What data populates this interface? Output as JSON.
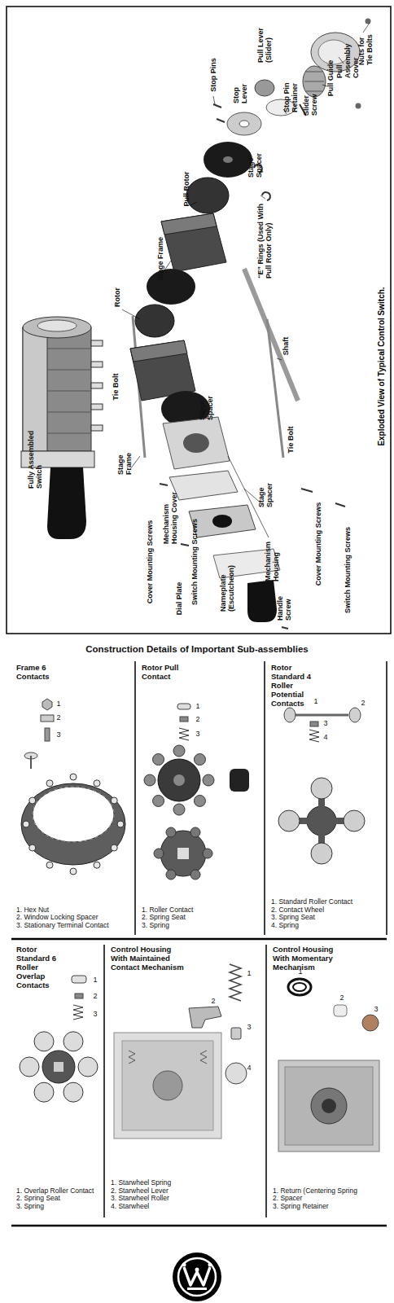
{
  "diagram": {
    "caption": "Exploded View of Typical Control Switch.",
    "nodes": [
      {
        "text": [
          "Frame 6 Contacts",
          "1. Hex Nut",
          "2. Window Locking Spacer",
          "3. Stationary Terminal Contact"
        ]
      },
      {
        "text": [
          "Rotor Pull Contact",
          "1. Roller Contact",
          "2. Spring Seat",
          "3. Spring"
        ]
      },
      {
        "text": [
          "Rotor Standard 4 Roller Potential Contacts",
          "1. Standard Roller Contact",
          "2. Contact Wheel",
          "3. Spring Seat",
          "4. Spring"
        ]
      },
      {
        "text": [
          "Rotor Standard 6 Roller Overlap Contacts",
          "1. Overlap Roller Contact",
          "2. Spring Seat",
          "3. Spring"
        ]
      },
      {
        "text": [
          "Control Housing With Maintained Contact Mechanism",
          "1. Starwheel Spring",
          "2. Starwheel Lever",
          "3. Starwheel Roller",
          "4. Starwheel"
        ]
      },
      {
        "text": [
          "Control Housing With Momentary Mechanism",
          "1. Return (Centering Spring",
          "2. Spacer",
          "3. Spring Retainer"
        ]
      }
    ],
    "labels": [
      "Nuts for Tie Bolts",
      "Pull Assembly Cover",
      "Pull Guide",
      "Pull Lever (Slider)",
      "Slider Screw",
      "Stop Pin Retainer",
      "Stop Lever",
      "Stage Spacer",
      "“E” Rings (Used With Pull Rotor Only)",
      "Stop Pins",
      "Pull Rotor",
      "Stage Frame",
      "Shaft",
      "Stage Spacer",
      "Rotor",
      "Tie Bolt",
      "Tie Bolt",
      "Stage Spacer",
      "Stage Frame",
      "Mechanism Housing",
      "Cover Mounting Screws",
      "Switch Mounting Screws",
      "Fully Assembled Switch",
      "Mechanism Housing Cover",
      "Cover Mounting Screws",
      "Dial Plate",
      "Switch Mounting Screws",
      "Nameplate (Escutcheon)",
      "Handle",
      "Handle Screw",
      "Construction Details of Important Sub-assemblies",
      "1",
      "2",
      "3",
      "1",
      "2",
      "3",
      "1",
      "2",
      "3",
      "4",
      "1",
      "2",
      "3",
      "1",
      "2",
      "3",
      "4",
      "1",
      "2",
      "3"
    ]
  }
}
